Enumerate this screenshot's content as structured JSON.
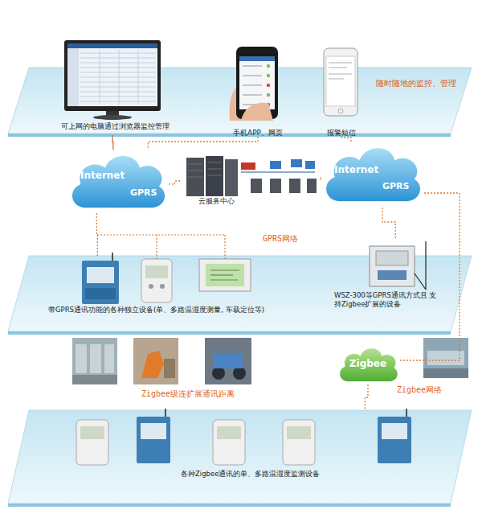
{
  "diagram": {
    "nodes": [
      {
        "text": [
          "随时随地的监控、管理"
        ]
      },
      {
        "text": [
          "可上网的电脑通过浏览器监控管理"
        ],
        "in": 0
      },
      {
        "text": [
          "手机APP、网页"
        ],
        "in": 0
      },
      {
        "text": [
          "报警短信"
        ],
        "in": 0
      },
      {
        "text": [
          "Internet",
          "GPRS"
        ]
      },
      {
        "text": [
          "云服务中心"
        ]
      },
      {
        "text": [
          "Internet",
          "GPRS"
        ]
      },
      {
        "text": [
          "带GPRS通讯功能的各种独立设备(单、多路温湿度测量, 车载定位等)"
        ]
      },
      {
        "text": [
          "WSZ-300等GPRS通讯方式且 支持Zigbee扩展的设备"
        ],
        "in": 7
      },
      {
        "text": [
          "Zigbee"
        ]
      },
      {
        "text": [
          "各种Zigbee通讯的单、多路温湿度监测设备"
        ]
      }
    ],
    "edges": [
      {
        "from": 1,
        "to": 4,
        "arrow": "none"
      },
      {
        "from": 2,
        "to": 4,
        "arrow": "none"
      },
      {
        "from": 3,
        "to": 6,
        "arrow": "none"
      },
      {
        "from": 4,
        "to": 5,
        "arrow": "none"
      },
      {
        "from": 5,
        "to": 6,
        "arrow": "none"
      },
      {
        "from": 7,
        "to": 4,
        "arrow": "none"
      },
      {
        "from": 8,
        "to": 6,
        "arrow": "none"
      },
      {
        "from": 9,
        "to": 6,
        "arrow": "none"
      },
      {
        "from": 9,
        "to": 10,
        "arrow": "none"
      }
    ],
    "labels": [
      "GPRS网络",
      "Zigbee级连扩展通讯距离",
      "Zigbee网络"
    ]
  }
}
